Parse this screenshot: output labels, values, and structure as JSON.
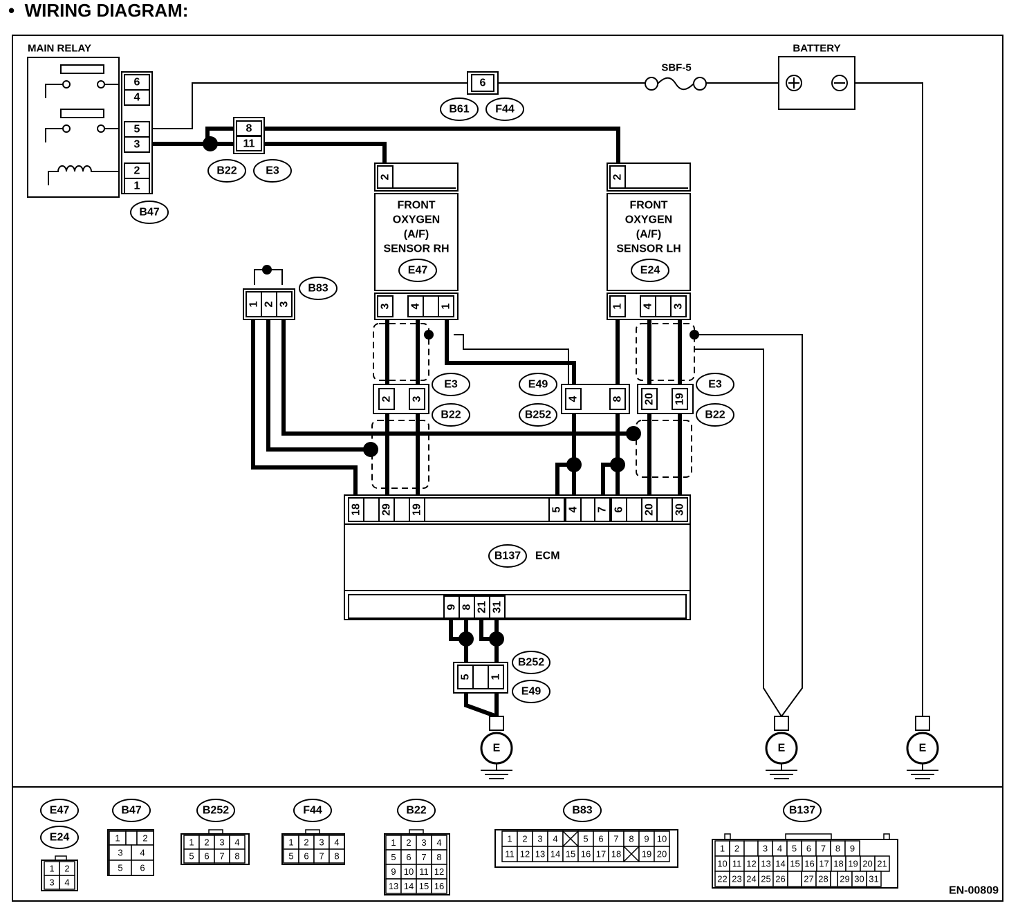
{
  "title": "WIRING DIAGRAM:",
  "labels": {
    "main_relay": "MAIN RELAY",
    "battery": "BATTERY",
    "fuse": "SBF-5",
    "ecm": "ECM",
    "ground": "E",
    "figure_code": "EN-00809"
  },
  "sensors": [
    {
      "lines": [
        "FRONT",
        "OXYGEN",
        "(A/F)",
        "SENSOR RH"
      ],
      "connector": "E47"
    },
    {
      "lines": [
        "FRONT",
        "OXYGEN",
        "(A/F)",
        "SENSOR LH"
      ],
      "connector": "E24"
    }
  ],
  "connector_tags": {
    "b22_e3_top": [
      "B22",
      "E3"
    ],
    "b47": "B47",
    "b61_f44": [
      "B61",
      "F44"
    ],
    "b83": "B83",
    "e3_rh": "E3",
    "b22_rh": "B22",
    "e49_mid": "E49",
    "b252_mid": "B252",
    "e3_lh": "E3",
    "b22_lh": "B22",
    "b137": "B137",
    "b252_low": "B252",
    "e49_low": "E49"
  },
  "pins": {
    "relay": [
      "6",
      "4",
      "5",
      "3",
      "2",
      "1"
    ],
    "top_conn": [
      "8",
      "11"
    ],
    "fuse_conn": "6",
    "sensor_top": "2",
    "sensor_rh_bottom": [
      "3",
      "4",
      "1"
    ],
    "sensor_lh_bottom": [
      "1",
      "4",
      "3"
    ],
    "b83": [
      "1",
      "2",
      "3"
    ],
    "mid_rh": [
      "2",
      "3"
    ],
    "mid_center": [
      "4",
      "8"
    ],
    "mid_lh": [
      "20",
      "19"
    ],
    "ecm_top": [
      "18",
      "29",
      "19",
      "5",
      "4",
      "7",
      "6",
      "20",
      "30"
    ],
    "ecm_bottom": [
      "9",
      "8",
      "21",
      "31"
    ],
    "low_conn": [
      "5",
      "1"
    ]
  },
  "legend": {
    "e47": "E47",
    "e24": "E24",
    "b47": "B47",
    "b252": "B252",
    "f44": "F44",
    "b22": "B22",
    "b83": "B83",
    "b137": "B137"
  }
}
